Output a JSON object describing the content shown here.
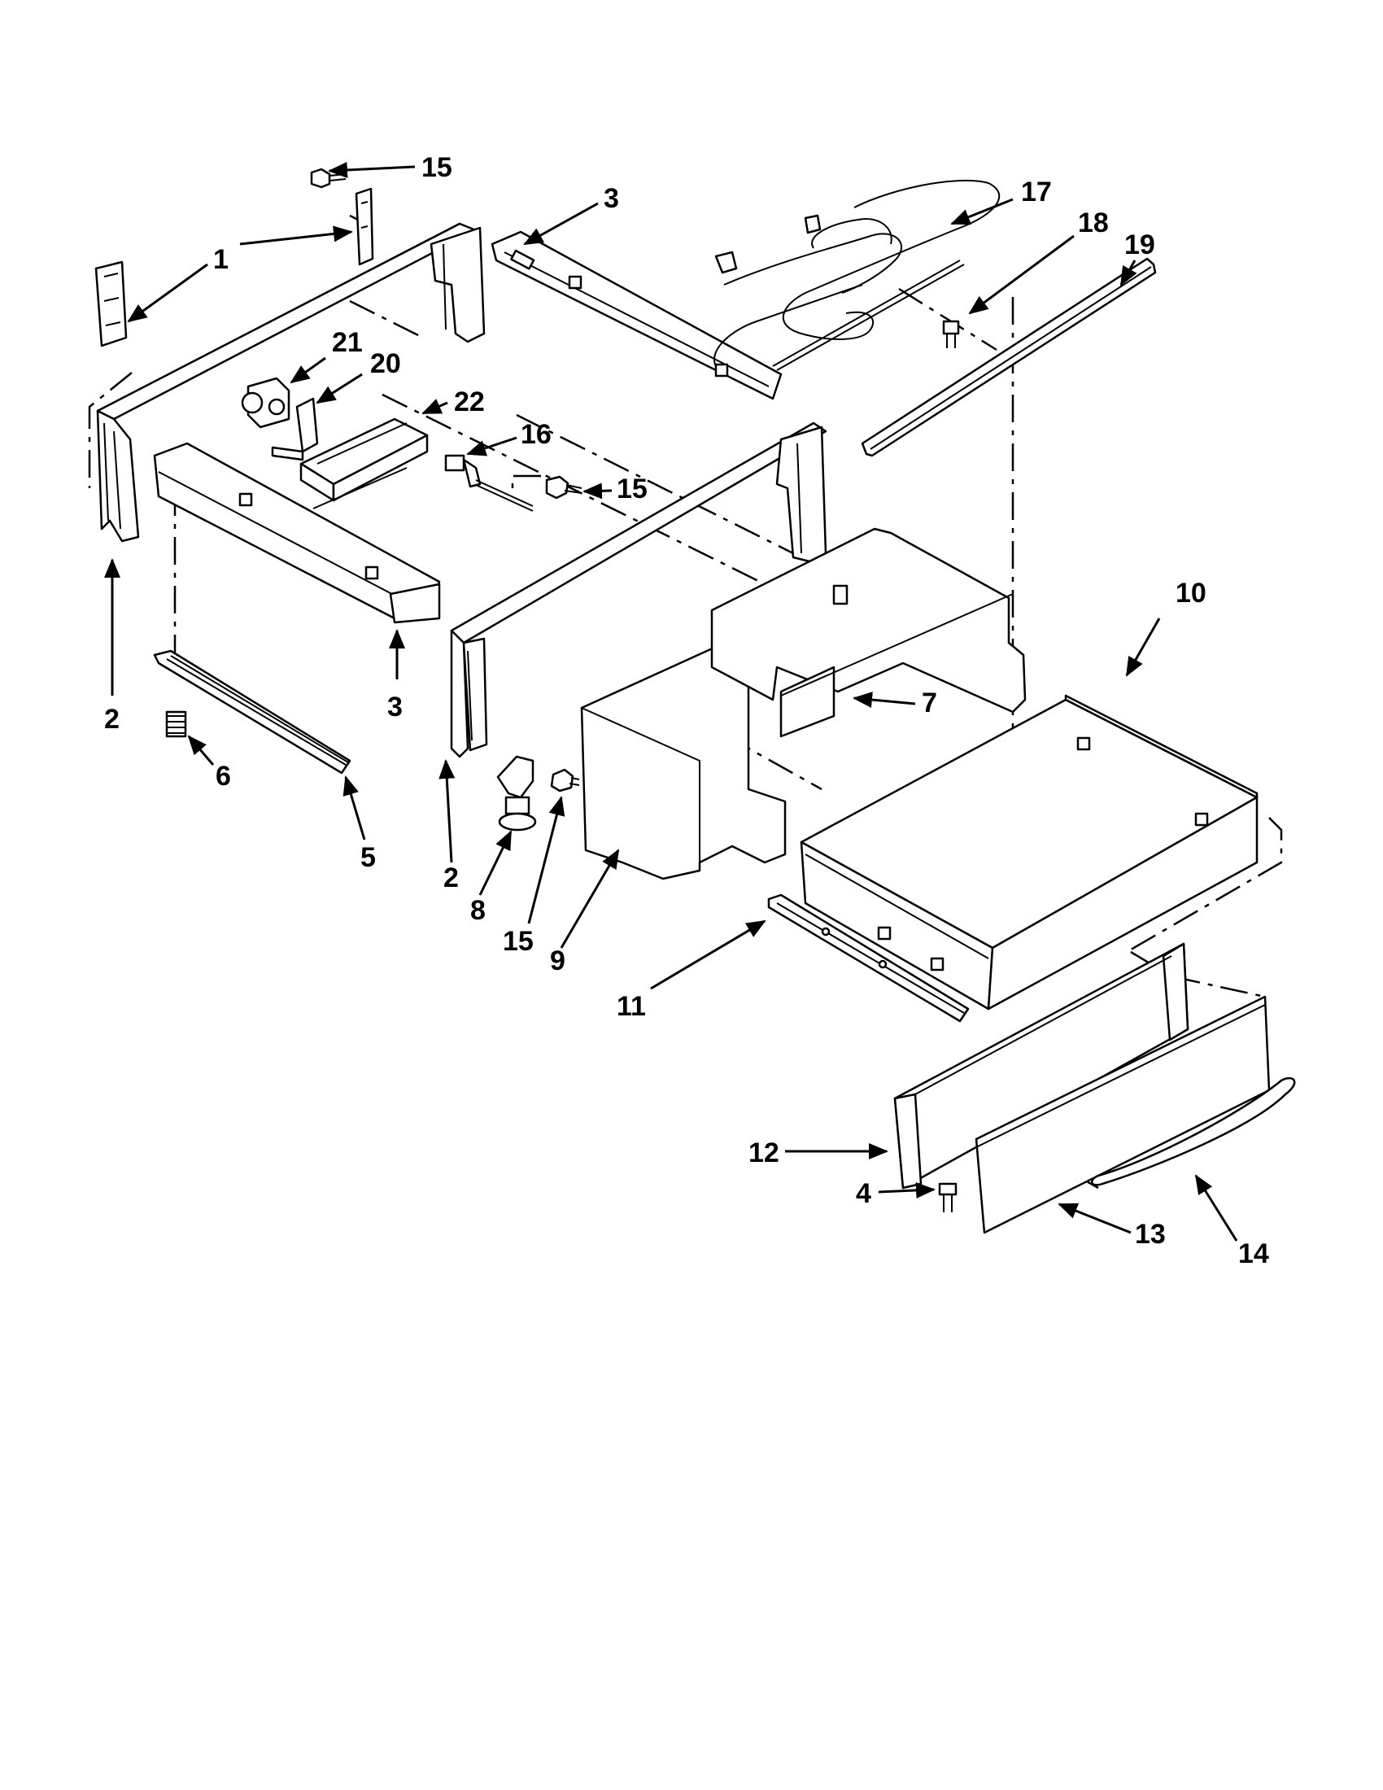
{
  "diagram": {
    "colors": {
      "line": "#000000",
      "background": "#ffffff"
    },
    "callouts": [
      {
        "id": "c15a",
        "label": "15"
      },
      {
        "id": "c1",
        "label": "1"
      },
      {
        "id": "c3a",
        "label": "3"
      },
      {
        "id": "c17",
        "label": "17"
      },
      {
        "id": "c18",
        "label": "18"
      },
      {
        "id": "c19",
        "label": "19"
      },
      {
        "id": "c21",
        "label": "21"
      },
      {
        "id": "c20",
        "label": "20"
      },
      {
        "id": "c22",
        "label": "22"
      },
      {
        "id": "c16",
        "label": "16"
      },
      {
        "id": "c15b",
        "label": "15"
      },
      {
        "id": "c10",
        "label": "10"
      },
      {
        "id": "c2a",
        "label": "2"
      },
      {
        "id": "c3b",
        "label": "3"
      },
      {
        "id": "c7",
        "label": "7"
      },
      {
        "id": "c6",
        "label": "6"
      },
      {
        "id": "c5",
        "label": "5"
      },
      {
        "id": "c2b",
        "label": "2"
      },
      {
        "id": "c8",
        "label": "8"
      },
      {
        "id": "c15c",
        "label": "15"
      },
      {
        "id": "c9",
        "label": "9"
      },
      {
        "id": "c11",
        "label": "11"
      },
      {
        "id": "c12",
        "label": "12"
      },
      {
        "id": "c4",
        "label": "4"
      },
      {
        "id": "c13",
        "label": "13"
      },
      {
        "id": "c14",
        "label": "14"
      }
    ]
  }
}
